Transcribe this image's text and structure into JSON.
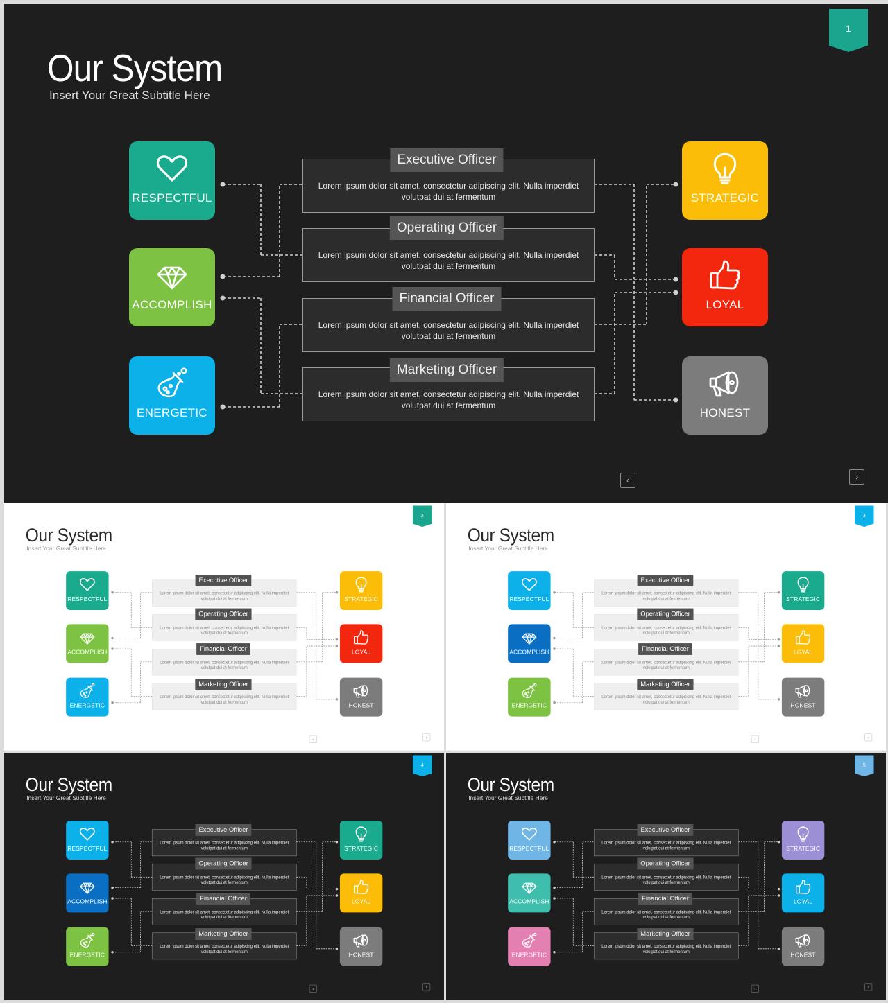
{
  "content": {
    "title": "Our System",
    "subtitle": "Insert  Your Great Subtitle Here",
    "prev_symbol": "‹",
    "next_symbol": "›",
    "left_tiles": [
      {
        "label": "RESPECTFUL",
        "icon": "heart-icon"
      },
      {
        "label": "ACCOMPLISH",
        "icon": "diamond-icon"
      },
      {
        "label": "ENERGETIC",
        "icon": "flask-icon"
      }
    ],
    "right_tiles": [
      {
        "label": "STRATEGIC",
        "icon": "lightbulb-icon"
      },
      {
        "label": "LOYAL",
        "icon": "thumbs-up-icon"
      },
      {
        "label": "HONEST",
        "icon": "megaphone-icon"
      }
    ],
    "officers": [
      {
        "title": "Executive Officer",
        "text": "Lorem  ipsum  dolor sit amet,  consectetur  adipiscing elit.  Nulla imperdiet  volutpat dui at fermentum"
      },
      {
        "title": "Operating Officer",
        "text": "Lorem  ipsum  dolor sit amet,  consectetur  adipiscing elit.  Nulla imperdiet  volutpat dui at fermentum"
      },
      {
        "title": "Financial Officer",
        "text": "Lorem  ipsum  dolor sit amet,  consectetur  adipiscing elit.  Nulla imperdiet  volutpat dui at fermentum"
      },
      {
        "title": "Marketing Officer",
        "text": "Lorem  ipsum  dolor sit amet,  consectetur  adipiscing elit.  Nulla imperdiet  volutpat dui at fermentum"
      }
    ]
  },
  "slides": [
    {
      "number": "1",
      "theme": "dark",
      "ribbon_color": "#1aa58e",
      "tile_colors": [
        "#1aab8f",
        "#7dc242",
        "#0db1ea",
        "#fbbd08",
        "#f2270e",
        "#7c7c7c"
      ]
    },
    {
      "number": "2",
      "theme": "light",
      "ribbon_color": "#1aa58e",
      "tile_colors": [
        "#1aab8f",
        "#7dc242",
        "#0db1ea",
        "#fbbd08",
        "#f2270e",
        "#7c7c7c"
      ]
    },
    {
      "number": "3",
      "theme": "light",
      "ribbon_color": "#0db1ea",
      "tile_colors": [
        "#0db1ea",
        "#0a6fc2",
        "#7dc242",
        "#1aab8f",
        "#fbbd08",
        "#7c7c7c"
      ]
    },
    {
      "number": "4",
      "theme": "dark",
      "ribbon_color": "#0db1ea",
      "tile_colors": [
        "#0db1ea",
        "#0a6fc2",
        "#7dc242",
        "#1aab8f",
        "#fbbd08",
        "#7c7c7c"
      ]
    },
    {
      "number": "5",
      "theme": "dark",
      "ribbon_color": "#6fb5e6",
      "tile_colors": [
        "#6fb5e6",
        "#3fbeae",
        "#e37fb1",
        "#9d8fd6",
        "#0db1ea",
        "#7c7c7c"
      ]
    }
  ]
}
